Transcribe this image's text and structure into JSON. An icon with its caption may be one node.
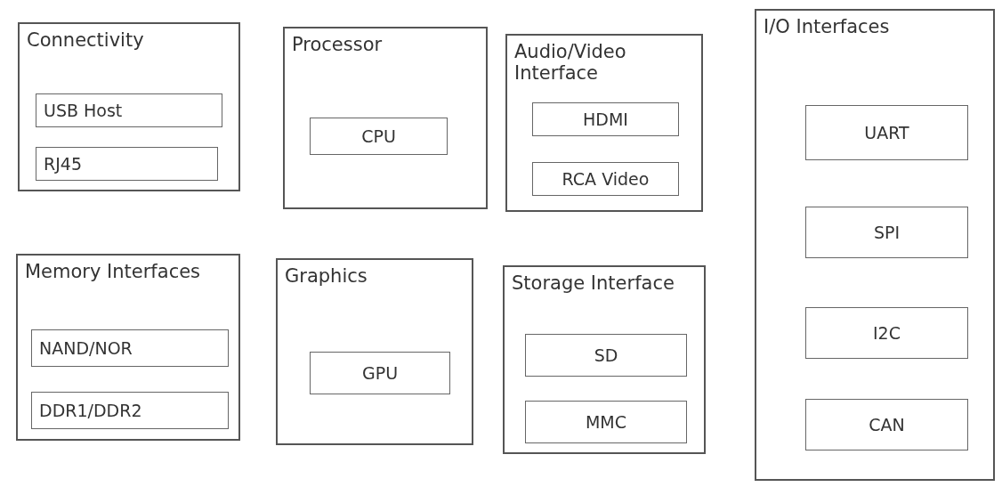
{
  "diagram": {
    "nodes": [
      {
        "text": [
          "Connectivity"
        ]
      },
      {
        "text": [
          "USB Host"
        ],
        "in": 0
      },
      {
        "text": [
          "RJ45"
        ],
        "in": 0
      },
      {
        "text": [
          "Processor"
        ]
      },
      {
        "text": [
          "CPU"
        ],
        "in": 3
      },
      {
        "text": [
          "Audio/Video Interface"
        ]
      },
      {
        "text": [
          "HDMI"
        ],
        "in": 5
      },
      {
        "text": [
          "RCA Video"
        ],
        "in": 5
      },
      {
        "text": [
          "I/O Interfaces"
        ]
      },
      {
        "text": [
          "UART"
        ],
        "in": 8
      },
      {
        "text": [
          "SPI"
        ],
        "in": 8
      },
      {
        "text": [
          "I2C"
        ],
        "in": 8
      },
      {
        "text": [
          "CAN"
        ],
        "in": 8
      },
      {
        "text": [
          "Memory Interfaces"
        ]
      },
      {
        "text": [
          "NAND/NOR"
        ],
        "in": 13
      },
      {
        "text": [
          "DDR1/DDR2"
        ],
        "in": 13
      },
      {
        "text": [
          "Graphics"
        ]
      },
      {
        "text": [
          "GPU"
        ],
        "in": 16
      },
      {
        "text": [
          "Storage Interface"
        ]
      },
      {
        "text": [
          "SD"
        ],
        "in": 18
      },
      {
        "text": [
          "MMC"
        ],
        "in": 18
      }
    ],
    "edges": []
  }
}
